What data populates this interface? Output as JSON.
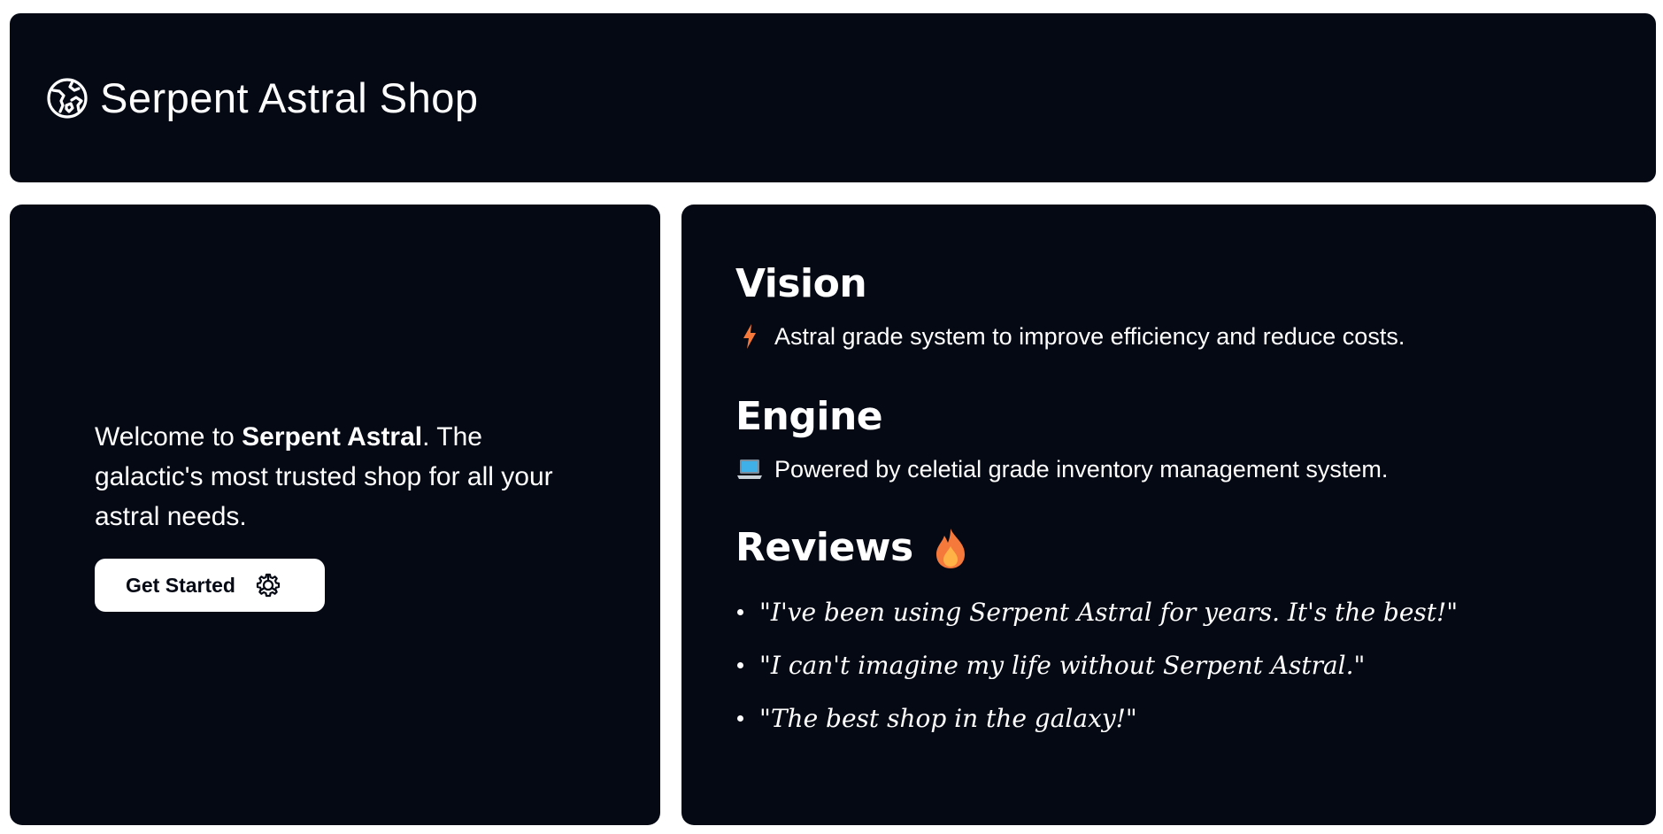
{
  "header": {
    "logo_icon": "globe-icon",
    "title": "Serpent Astral Shop"
  },
  "hero": {
    "welcome_prefix": "Welcome to ",
    "welcome_brand": "Serpent Astral",
    "welcome_suffix": ". The galactic's most trusted shop for all your astral needs.",
    "cta_label": "Get Started",
    "cta_icon": "gear-icon"
  },
  "info": {
    "vision": {
      "title": "Vision",
      "icon": "lightning-icon",
      "text": "Astral grade system to improve efficiency and reduce costs."
    },
    "engine": {
      "title": "Engine",
      "icon": "laptop-icon",
      "text": "Powered by celetial grade inventory management system."
    },
    "reviews": {
      "title": "Reviews",
      "icon": "fire-icon",
      "items": [
        "\"I've been using Serpent Astral for years. It's the best!\"",
        "\"I can't imagine my life without Serpent Astral.\"",
        "\"The best shop in the galaxy!\""
      ]
    }
  },
  "colors": {
    "panel_bg": "#050914",
    "page_bg": "#ffffff",
    "text": "#ffffff",
    "accent_orange": "#f5793b"
  }
}
